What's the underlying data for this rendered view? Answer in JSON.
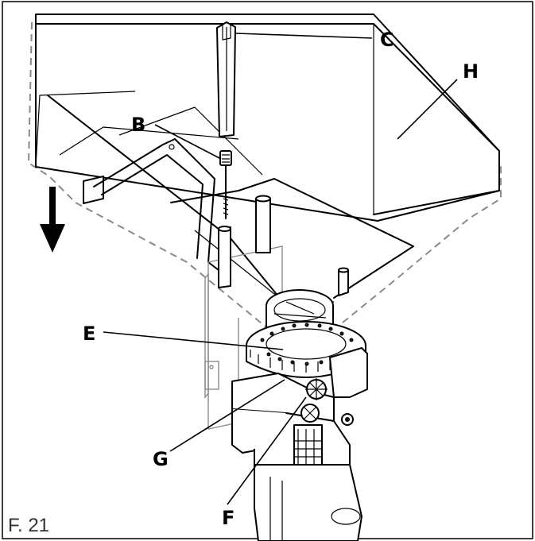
{
  "figure": {
    "caption": "F. 21",
    "callouts": [
      {
        "id": "C",
        "text": "C"
      },
      {
        "id": "H",
        "text": "H"
      },
      {
        "id": "B",
        "text": "B"
      },
      {
        "id": "E",
        "text": "E"
      },
      {
        "id": "G",
        "text": "G"
      },
      {
        "id": "F",
        "text": "F"
      }
    ]
  }
}
